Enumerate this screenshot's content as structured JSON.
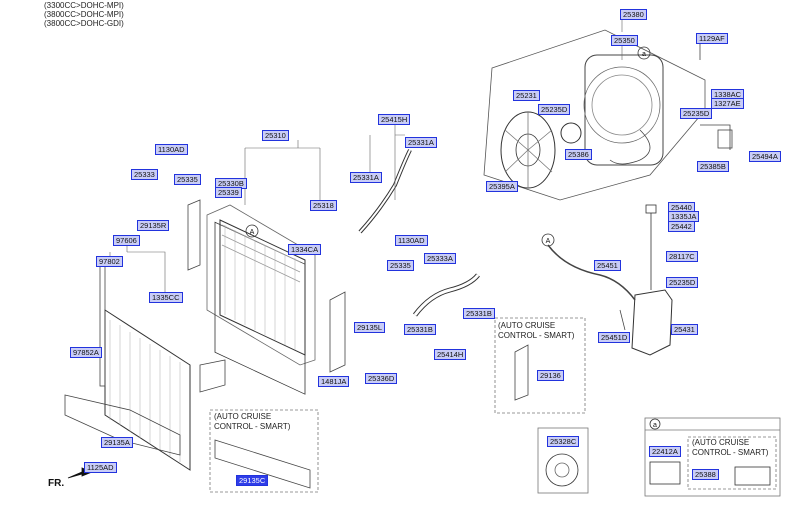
{
  "header": {
    "line1": "(3300CC>DOHC-MPI)",
    "line2": "(3800CC>DOHC-MPI)",
    "line3": "(3800CC>DOHC-GDI)"
  },
  "notes": {
    "auto_cruise_1": "(AUTO CRUISE",
    "auto_cruise_1b": "CONTROL - SMART)",
    "auto_cruise_2": "(AUTO CRUISE",
    "auto_cruise_2b": "CONTROL - SMART)",
    "auto_cruise_3": "(AUTO CRUISE",
    "auto_cruise_3b": "CONTROL - SMART)",
    "circle_a_1": "A",
    "circle_a_2": "A",
    "circle_a_3": "a",
    "circle_a_4": "a",
    "front": "FR."
  },
  "parts": {
    "p25380": "25380",
    "p25350": "25350",
    "p1129AF": "1129AF",
    "p25231": "25231",
    "p25235D_1": "25235D",
    "p1338AC": "1338AC",
    "p1327AE": "1327AE",
    "p25235D_2": "25235D",
    "p25386": "25386",
    "p25494A": "25494A",
    "p25385B": "25385B",
    "p25395A": "25395A",
    "p25415H": "25415H",
    "p25331A_1": "25331A",
    "p25331A_2": "25331A",
    "p25310": "25310",
    "p1130AD_1": "1130AD",
    "p25333": "25333",
    "p25335_1": "25335",
    "p25330B": "25330B",
    "p25339": "25339",
    "p25318": "25318",
    "p29135R": "29135R",
    "p97606": "97606",
    "p1334CA": "1334CA",
    "p1130AD_2": "1130AD",
    "p25335_2": "25335",
    "p25333A": "25333A",
    "p97802": "97802",
    "p1335CC": "1335CC",
    "p25331B_1": "25331B",
    "p25331B_2": "25331B",
    "p29135L": "29135L",
    "p97852A": "97852A",
    "p25414H": "25414H",
    "p1481JA": "1481JA",
    "p25336D": "25336D",
    "p29135A": "29135A",
    "p29135C": "29135C",
    "p1125AD": "1125AD",
    "p29136": "29136",
    "p25328C": "25328C",
    "p25440": "25440",
    "p1335JA": "1335JA",
    "p25442": "25442",
    "p25451": "25451",
    "p28117C": "28117C",
    "p25235D_3": "25235D",
    "p25451D": "25451D",
    "p25431": "25431",
    "p22412A": "22412A",
    "p25388": "25388"
  }
}
